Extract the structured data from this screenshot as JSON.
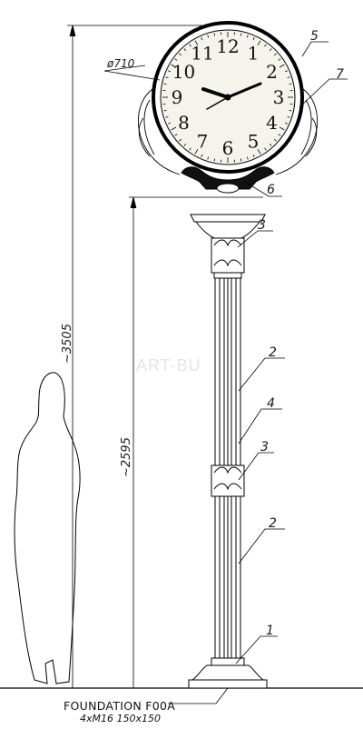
{
  "dimensions": {
    "diameter": "ø710",
    "total_height": "~3505",
    "column_height": "~2595"
  },
  "callouts": [
    "5",
    "7",
    "6",
    "3",
    "2",
    "4",
    "3",
    "2",
    "1"
  ],
  "clock_numerals": [
    "12",
    "1",
    "2",
    "3",
    "4",
    "5",
    "6",
    "7",
    "8",
    "9",
    "10",
    "11"
  ],
  "foundation": {
    "title": "FOUNDATION F00A",
    "subtitle": "4xM16  150x150"
  },
  "watermark": "ART-BU"
}
